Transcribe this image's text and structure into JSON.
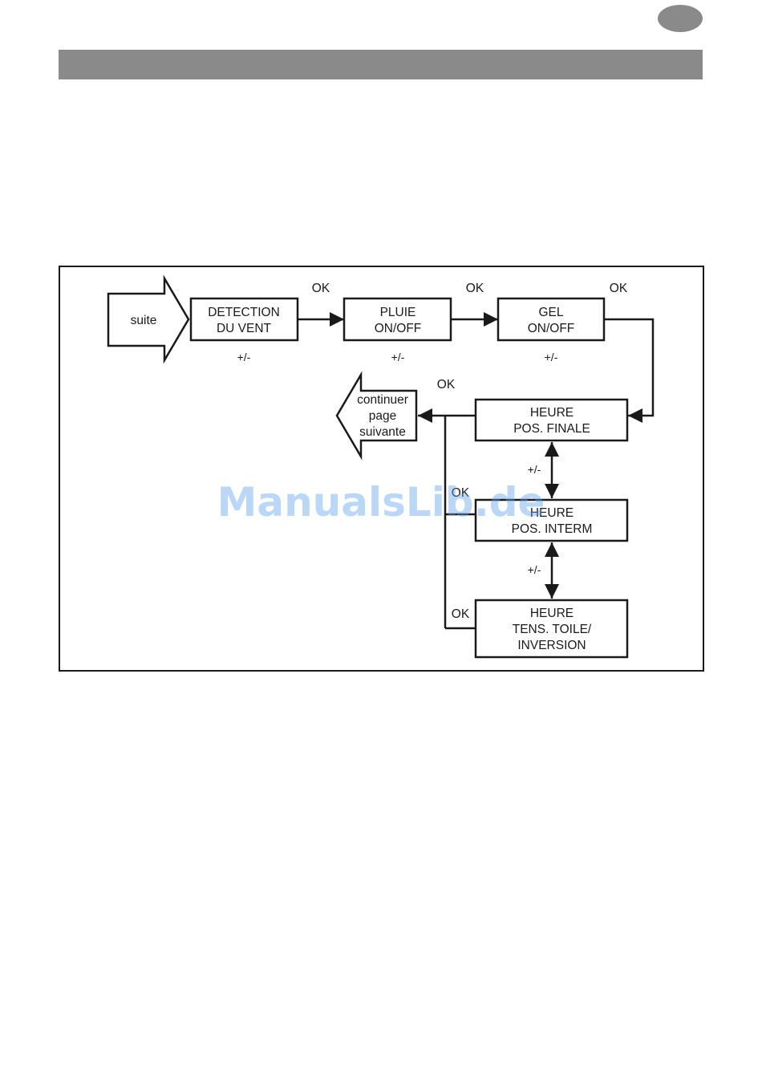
{
  "header": {
    "badge": "",
    "title": ""
  },
  "flowchart": {
    "entry_arrow": "suite",
    "exit_arrow": [
      "continuer",
      "page",
      "suivante"
    ],
    "boxes": {
      "detection": [
        "DETECTION",
        "DU VENT"
      ],
      "pluie": [
        "PLUIE",
        "ON/OFF"
      ],
      "gel": [
        "GEL",
        "ON/OFF"
      ],
      "heure_finale": [
        "HEURE",
        "POS. FINALE"
      ],
      "heure_interm": [
        "HEURE",
        "POS. INTERM"
      ],
      "heure_tension": [
        "HEURE",
        "TENS. TOILE/",
        "INVERSION"
      ]
    },
    "labels": {
      "ok": "OK",
      "plus_minus": "+/-"
    }
  },
  "watermark": "ManualsLib.de",
  "colors": {
    "ink": "#1a1a1a",
    "header_gray": "#8a8a8a",
    "watermark": "#5aa0ec"
  }
}
